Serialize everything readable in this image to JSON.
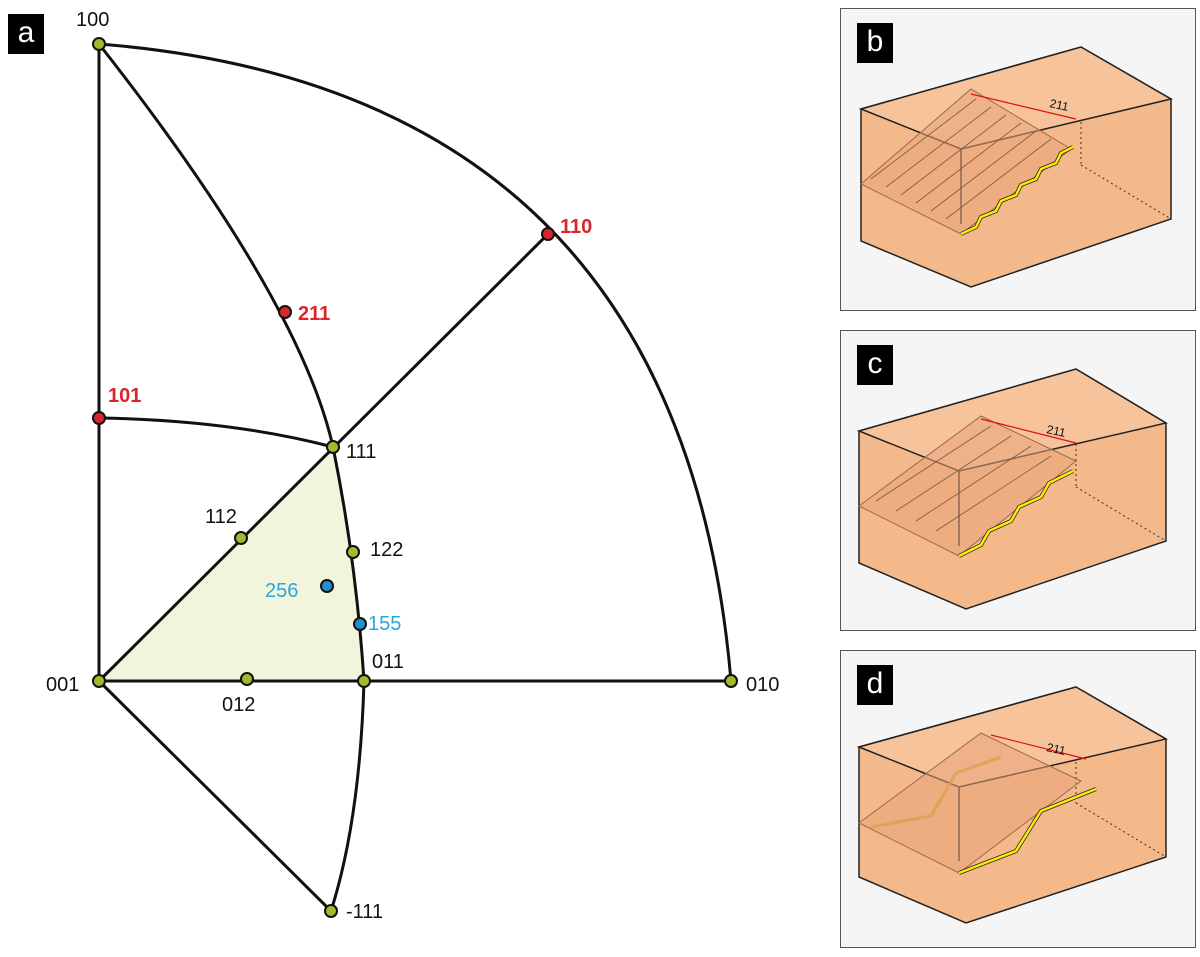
{
  "panel_labels": {
    "a": "a",
    "b": "b",
    "c": "c",
    "d": "d"
  },
  "plane_label": "211",
  "poles": [
    {
      "id": "100",
      "label": "100",
      "kind": "green"
    },
    {
      "id": "001",
      "label": "001",
      "kind": "green"
    },
    {
      "id": "010",
      "label": "010",
      "kind": "green"
    },
    {
      "id": "110",
      "label": "110",
      "kind": "red"
    },
    {
      "id": "211",
      "label": "211",
      "kind": "red"
    },
    {
      "id": "101",
      "label": "101",
      "kind": "red"
    },
    {
      "id": "111",
      "label": "111",
      "kind": "green"
    },
    {
      "id": "112",
      "label": "112",
      "kind": "green"
    },
    {
      "id": "122",
      "label": "122",
      "kind": "green"
    },
    {
      "id": "256",
      "label": "256",
      "kind": "blue"
    },
    {
      "id": "155",
      "label": "155",
      "kind": "blue"
    },
    {
      "id": "011",
      "label": "011",
      "kind": "green"
    },
    {
      "id": "012",
      "label": "012",
      "kind": "green"
    },
    {
      "id": "-111",
      "label": "-111",
      "kind": "green"
    }
  ],
  "colors": {
    "green": "#a5b92c",
    "red": "#d9262a",
    "blue": "#1e90d0",
    "label_red": "#d9262a",
    "label_blue": "#29a6dc",
    "triangle_fill": "#f2f5dc",
    "block": "#f4b98a",
    "step": "#ffec00"
  }
}
